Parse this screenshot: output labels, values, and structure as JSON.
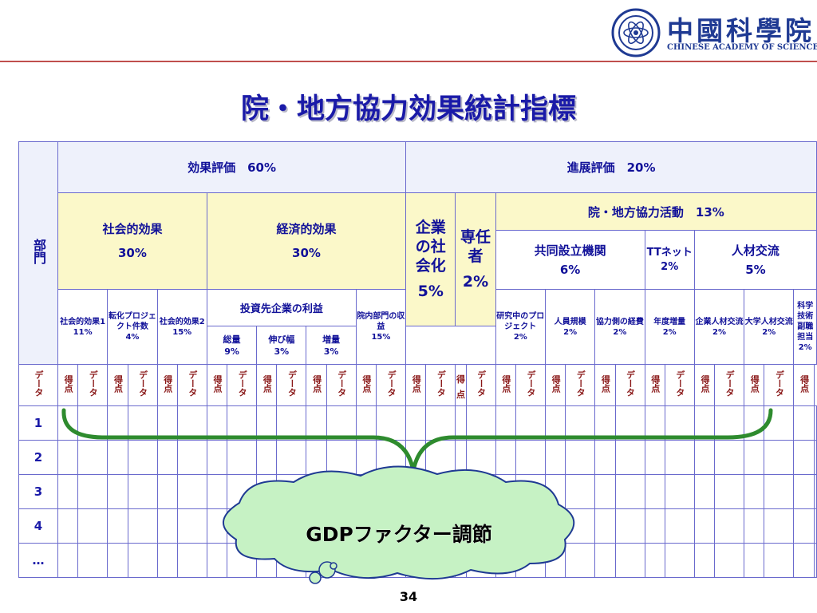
{
  "logo": {
    "cn": "中國科學院",
    "en": "CHINESE ACADEMY OF SCIENCES"
  },
  "title": "院・地方協力効果統計指標",
  "table": {
    "dept": "部門",
    "effect_eval": "効果評価　60%",
    "progress_eval": "進展評価　20%",
    "social_effect": "社会的効果\n30%",
    "economic_effect": "経済的効果\n30%",
    "enterprise": "企業の社会化",
    "enterprise_pct": "5%",
    "dedicated": "専任者",
    "dedicated_pct": "2%",
    "coop_activity": "院・地方協力活動　13%",
    "joint_org": "共同設立機関\n6%",
    "tt_net": "TTネット\n2%",
    "hr_exchange": "人材交流\n5%",
    "social_eff1": "社会的効果1\n11%",
    "transfer_projects": "転化プロジェクト件数\n4%",
    "social_eff2": "社会的効果2\n15%",
    "investment_profit": "投資先企業の利益",
    "total": "総量\n9%",
    "growth": "伸び幅\n3%",
    "increase": "増量\n3%",
    "internal_income": "院内部門の収益\n15%",
    "research_projects": "研究中のプロジェクト\n2%",
    "staff_size": "人員規模\n2%",
    "coop_expense": "協力側の経費\n2%",
    "annual_increase": "年度増量\n2%",
    "ent_hr_exchange": "企業人材交流\n2%",
    "univ_hr_exchange": "大学人材交流\n2%",
    "sci_tech_deputy": "科学技術副職担当\n2%",
    "data_label": "データ",
    "score_label": "得点",
    "rows": [
      "1",
      "2",
      "3",
      "4",
      "…"
    ]
  },
  "callout": "GDPファクター調節",
  "page_number": "34"
}
